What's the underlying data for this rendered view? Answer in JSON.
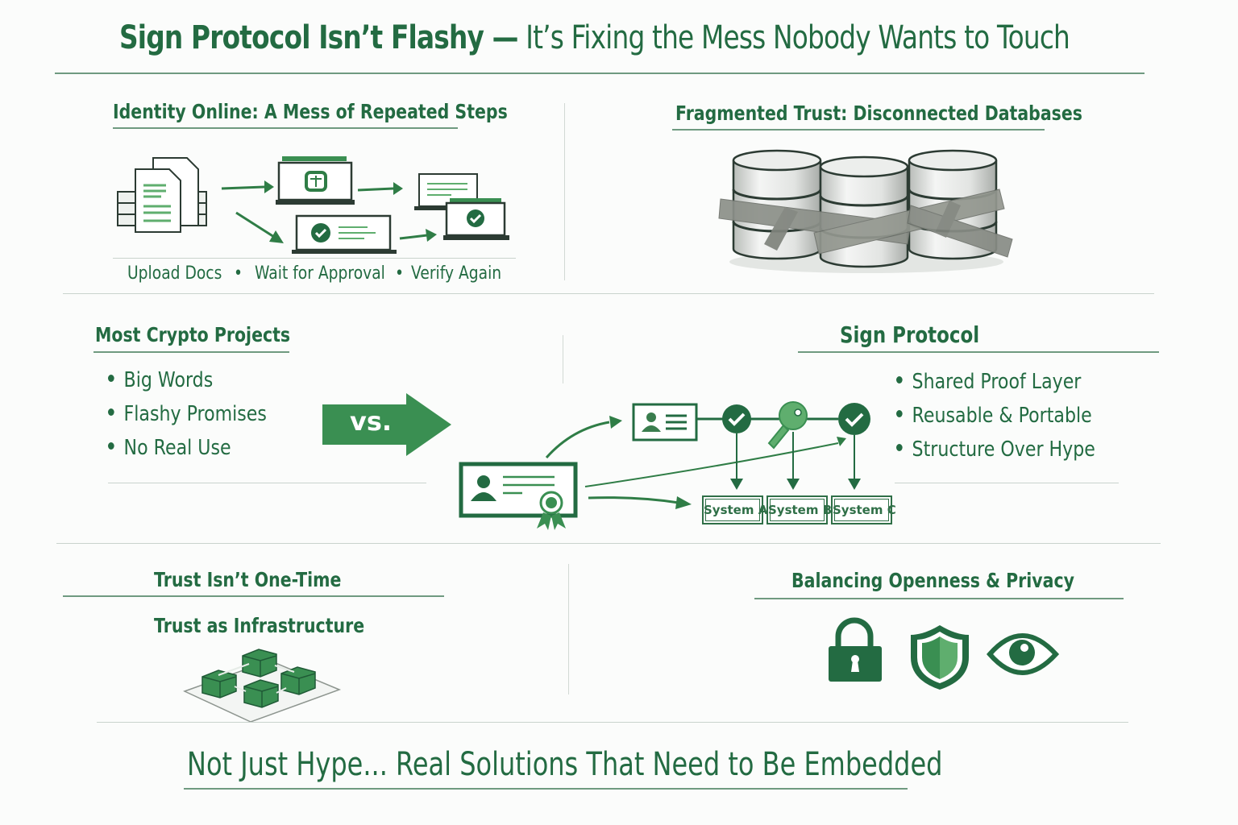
{
  "title": {
    "bold_part": "Sign Protocol Isn’t Flashy —",
    "light_part": " It’s Fixing the Mess Nobody Wants to Touch"
  },
  "colors": {
    "primary_green": "#236b42",
    "accent_green": "#3a8f52",
    "light_green": "#5fae6e",
    "tape_gray": "#8c9089",
    "background": "#fbfcfb"
  },
  "sections": {
    "identity": {
      "heading": "Identity Online: A Mess of Repeated Steps",
      "steps": [
        "Upload Docs",
        "Wait for Approval",
        "Verify Again"
      ],
      "separator": "•",
      "icons": [
        "document-stack-icon",
        "laptop-upload-icon",
        "laptop-approval-icon",
        "laptops-verify-icon"
      ]
    },
    "fragmented": {
      "heading": "Fragmented Trust: Disconnected Databases",
      "icons": [
        "database-icon",
        "database-icon",
        "database-icon",
        "duct-tape-icon"
      ]
    },
    "crypto": {
      "heading": "Most Crypto Projects",
      "bullets": [
        "Big Words",
        "Flashy Promises",
        "No Real Use"
      ]
    },
    "versus": {
      "label": "vs."
    },
    "sign": {
      "heading": "Sign Protocol",
      "bullets": [
        "Shared Proof Layer",
        "Reusable & Portable",
        "Structure Over Hype"
      ],
      "systems": [
        "System A",
        "System B",
        "System C"
      ],
      "icons": [
        "certificate-icon",
        "id-card-icon",
        "check-circle-icon",
        "key-icon",
        "check-circle-icon"
      ]
    },
    "trust": {
      "heading": "Trust Isn’t One-Time",
      "subheading": "Trust as Infrastructure",
      "icons": [
        "connected-blocks-icon"
      ]
    },
    "privacy": {
      "heading": "Balancing Openness & Privacy",
      "icons": [
        "padlock-icon",
        "shield-icon",
        "eye-icon"
      ]
    }
  },
  "footer": {
    "text": "Not Just Hype... Real Solutions That Need to Be Embedded"
  }
}
